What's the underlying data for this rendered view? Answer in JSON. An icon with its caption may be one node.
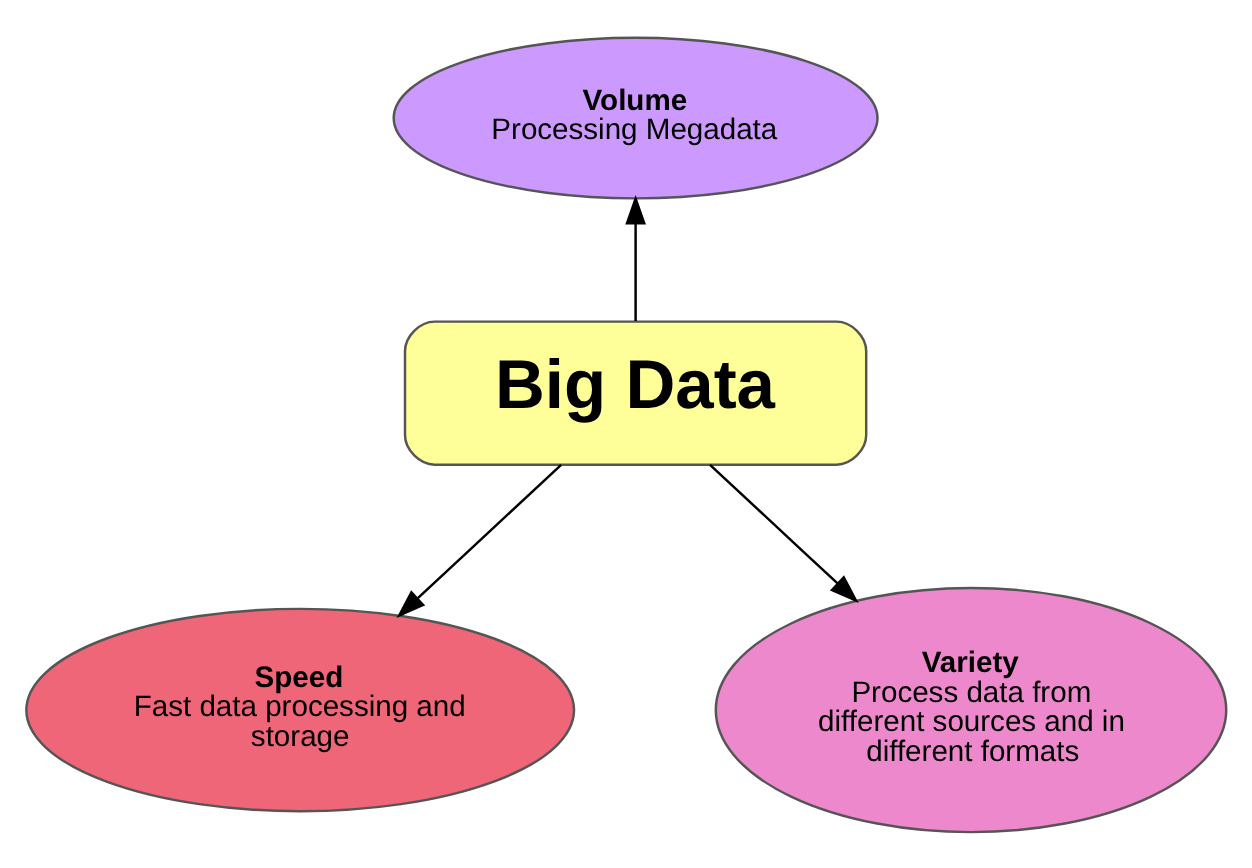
{
  "diagram": {
    "nodes": [
      {
        "text": [
          "Big Data"
        ]
      },
      {
        "text": [
          "Volume",
          "Processing Megadata"
        ]
      },
      {
        "text": [
          "Speed",
          "Fast data processing and storage"
        ]
      },
      {
        "text": [
          "Variety",
          "Process data from different sources and in different formats"
        ]
      }
    ],
    "edges": [
      {
        "from": 0,
        "to": 1,
        "arrow": "to"
      },
      {
        "from": 0,
        "to": 2,
        "arrow": "to"
      },
      {
        "from": 0,
        "to": 3,
        "arrow": "to"
      }
    ]
  }
}
